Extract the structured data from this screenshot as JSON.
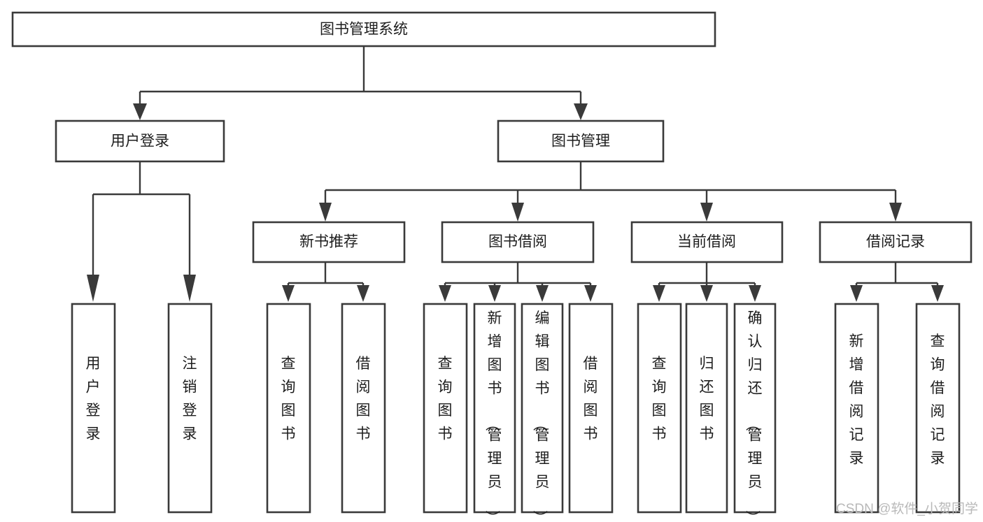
{
  "diagram": {
    "title": "图书管理系统",
    "type": "tree-hierarchy",
    "root": {
      "id": "root",
      "label": "图书管理系统"
    },
    "level2": [
      {
        "id": "user-login",
        "label": "用户登录"
      },
      {
        "id": "book-manage",
        "label": "图书管理"
      }
    ],
    "level3": [
      {
        "id": "new-book-rec",
        "label": "新书推荐",
        "parent": "book-manage"
      },
      {
        "id": "book-borrow",
        "label": "图书借阅",
        "parent": "book-manage"
      },
      {
        "id": "current-borrow",
        "label": "当前借阅",
        "parent": "book-manage"
      },
      {
        "id": "borrow-record",
        "label": "借阅记录",
        "parent": "book-manage"
      }
    ],
    "leaves": [
      {
        "id": "leaf-user-login",
        "label": "用户登录",
        "parent": "user-login"
      },
      {
        "id": "leaf-user-logout",
        "label": "注销登录",
        "parent": "user-login"
      },
      {
        "id": "leaf-query-book-1",
        "label": "查询图书",
        "parent": "new-book-rec"
      },
      {
        "id": "leaf-borrow-book-1",
        "label": "借阅图书",
        "parent": "new-book-rec"
      },
      {
        "id": "leaf-query-book-2",
        "label": "查询图书",
        "parent": "book-borrow"
      },
      {
        "id": "leaf-add-book",
        "label": "新增图书（管理员）",
        "parent": "book-borrow"
      },
      {
        "id": "leaf-edit-book",
        "label": "编辑图书（管理员）",
        "parent": "book-borrow"
      },
      {
        "id": "leaf-borrow-book-2",
        "label": "借阅图书",
        "parent": "book-borrow"
      },
      {
        "id": "leaf-query-book-3",
        "label": "查询图书",
        "parent": "current-borrow"
      },
      {
        "id": "leaf-return-book",
        "label": "归还图书",
        "parent": "current-borrow"
      },
      {
        "id": "leaf-confirm-return",
        "label": "确认归还（管理员）",
        "parent": "current-borrow"
      },
      {
        "id": "leaf-add-record",
        "label": "新增借阅记录",
        "parent": "borrow-record"
      },
      {
        "id": "leaf-query-record",
        "label": "查询借阅记录",
        "parent": "borrow-record"
      }
    ]
  },
  "watermark": {
    "text": "CSDN @软件_小贺同学"
  },
  "colors": {
    "stroke": "#3a3a3a",
    "background": "#ffffff",
    "text": "#1d1d1d",
    "watermark": "#b9b9b9"
  }
}
